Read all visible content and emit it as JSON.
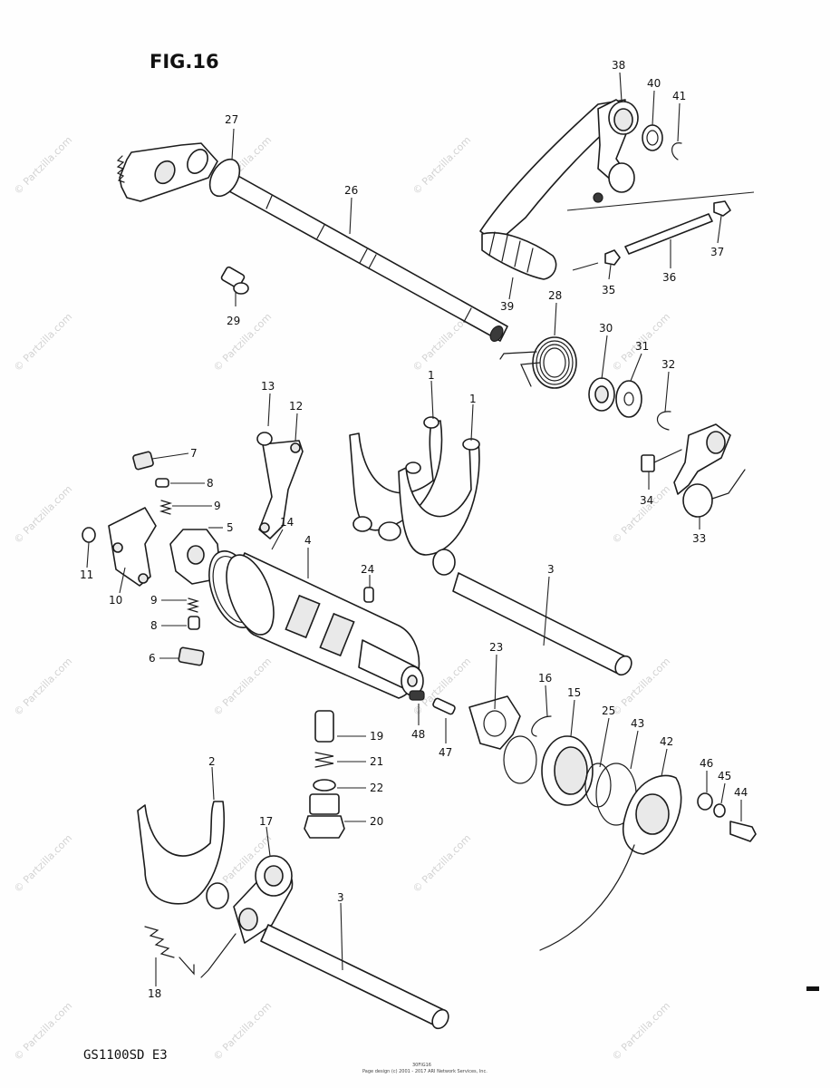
{
  "figure": {
    "title": "FIG.16",
    "model": "GS1100SD E3",
    "watermark": "© Partzilla.com",
    "footer_code": "30FIG16",
    "footer_credit": "Page design (c) 2001 - 2017 ARI Network Services, Inc."
  },
  "callouts": [
    {
      "id": "c1a",
      "text": "1"
    },
    {
      "id": "c1b",
      "text": "1"
    },
    {
      "id": "c2",
      "text": "2"
    },
    {
      "id": "c3a",
      "text": "3"
    },
    {
      "id": "c3b",
      "text": "3"
    },
    {
      "id": "c4",
      "text": "4"
    },
    {
      "id": "c5",
      "text": "5"
    },
    {
      "id": "c6",
      "text": "6"
    },
    {
      "id": "c7",
      "text": "7"
    },
    {
      "id": "c8a",
      "text": "8"
    },
    {
      "id": "c8b",
      "text": "8"
    },
    {
      "id": "c9a",
      "text": "9"
    },
    {
      "id": "c9b",
      "text": "9"
    },
    {
      "id": "c10",
      "text": "10"
    },
    {
      "id": "c11",
      "text": "11"
    },
    {
      "id": "c12",
      "text": "12"
    },
    {
      "id": "c13",
      "text": "13"
    },
    {
      "id": "c14",
      "text": "14"
    },
    {
      "id": "c15",
      "text": "15"
    },
    {
      "id": "c16",
      "text": "16"
    },
    {
      "id": "c17",
      "text": "17"
    },
    {
      "id": "c18",
      "text": "18"
    },
    {
      "id": "c19",
      "text": "19"
    },
    {
      "id": "c20",
      "text": "20"
    },
    {
      "id": "c21",
      "text": "21"
    },
    {
      "id": "c22",
      "text": "22"
    },
    {
      "id": "c23",
      "text": "23"
    },
    {
      "id": "c24",
      "text": "24"
    },
    {
      "id": "c25",
      "text": "25"
    },
    {
      "id": "c26",
      "text": "26"
    },
    {
      "id": "c27",
      "text": "27"
    },
    {
      "id": "c28",
      "text": "28"
    },
    {
      "id": "c29",
      "text": "29"
    },
    {
      "id": "c30",
      "text": "30"
    },
    {
      "id": "c31",
      "text": "31"
    },
    {
      "id": "c32",
      "text": "32"
    },
    {
      "id": "c33",
      "text": "33"
    },
    {
      "id": "c34",
      "text": "34"
    },
    {
      "id": "c35",
      "text": "35"
    },
    {
      "id": "c36",
      "text": "36"
    },
    {
      "id": "c37",
      "text": "37"
    },
    {
      "id": "c38",
      "text": "38"
    },
    {
      "id": "c39",
      "text": "39"
    },
    {
      "id": "c40",
      "text": "40"
    },
    {
      "id": "c41",
      "text": "41"
    },
    {
      "id": "c42",
      "text": "42"
    },
    {
      "id": "c43",
      "text": "43"
    },
    {
      "id": "c44",
      "text": "44"
    },
    {
      "id": "c45",
      "text": "45"
    },
    {
      "id": "c46",
      "text": "46"
    },
    {
      "id": "c47",
      "text": "47"
    },
    {
      "id": "c48",
      "text": "48"
    }
  ]
}
